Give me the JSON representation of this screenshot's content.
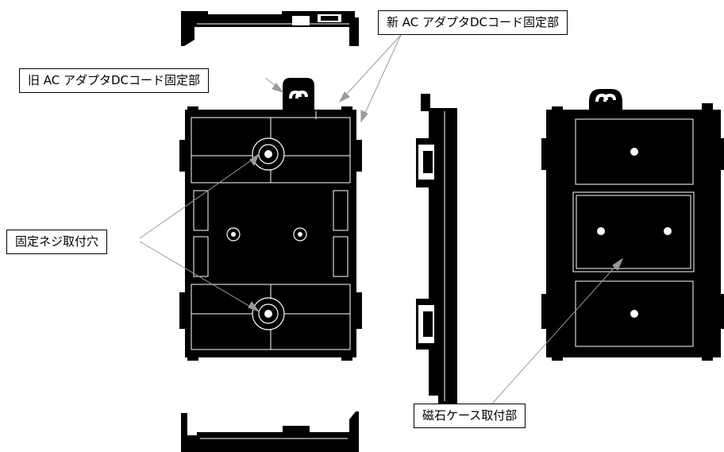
{
  "labels": {
    "new_ac_adapter_dc_cord": "新 AC アダプタDCコード固定部",
    "old_ac_adapter_dc_cord": "旧 AC アダプタDCコード固定部",
    "screw_holes": "固定ネジ取付穴",
    "magnet_case_mount": "磁石ケース取付部"
  },
  "colors": {
    "part_fill": "#000000",
    "outline": "#ffffff",
    "leader": "#9a9a9a",
    "background": "#ffffff"
  }
}
